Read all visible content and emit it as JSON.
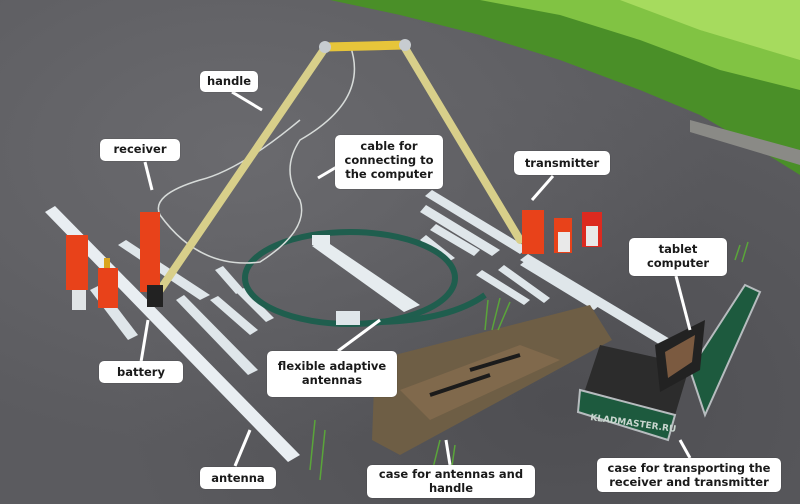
{
  "image": {
    "description": "Ground-penetrating metal detector kit laid out on asphalt with labeled components",
    "case_brand_text": "KLADMASTER.RU"
  },
  "labels": {
    "handle": "handle",
    "receiver": "receiver",
    "cable": "cable for\nconnecting to\nthe computer",
    "transmitter": "transmitter",
    "tablet": "tablet\ncomputer",
    "battery": "battery",
    "flexible_antennas": "flexible adaptive\nantennas",
    "antenna": "antenna",
    "case_antennas": "case for antennas and\nhandle",
    "case_transport": "case for transporting the\nreceiver and transmitter"
  },
  "colors": {
    "asphalt": "#5b5b5f",
    "grass": "#4f9a2a",
    "grass_light": "#8fd04a",
    "handle_yellow": "#e7c53a",
    "pole": "#d8cf8a",
    "unit_red": "#e8421a",
    "hoop_green": "#1f5e4e",
    "case_green": "#1d5a3e",
    "antenna_white": "#e9eef2",
    "bag_camo": "#6e5e45"
  }
}
